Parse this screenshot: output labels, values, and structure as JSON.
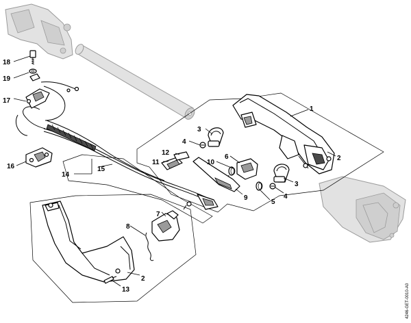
{
  "parts": {
    "p1": "1",
    "p2a": "2",
    "p2b": "2",
    "p3a": "3",
    "p3b": "3",
    "p4a": "4",
    "p4b": "4",
    "p5": "5",
    "p6": "6",
    "p7": "7",
    "p8": "8",
    "p9": "9",
    "p10": "10",
    "p11": "11",
    "p12": "12",
    "p13": "13",
    "p14": "14",
    "p15": "15",
    "p16": "16",
    "p17": "17",
    "p18": "18",
    "p19": "19"
  },
  "reference_code": "4246-GET-0010-A0"
}
